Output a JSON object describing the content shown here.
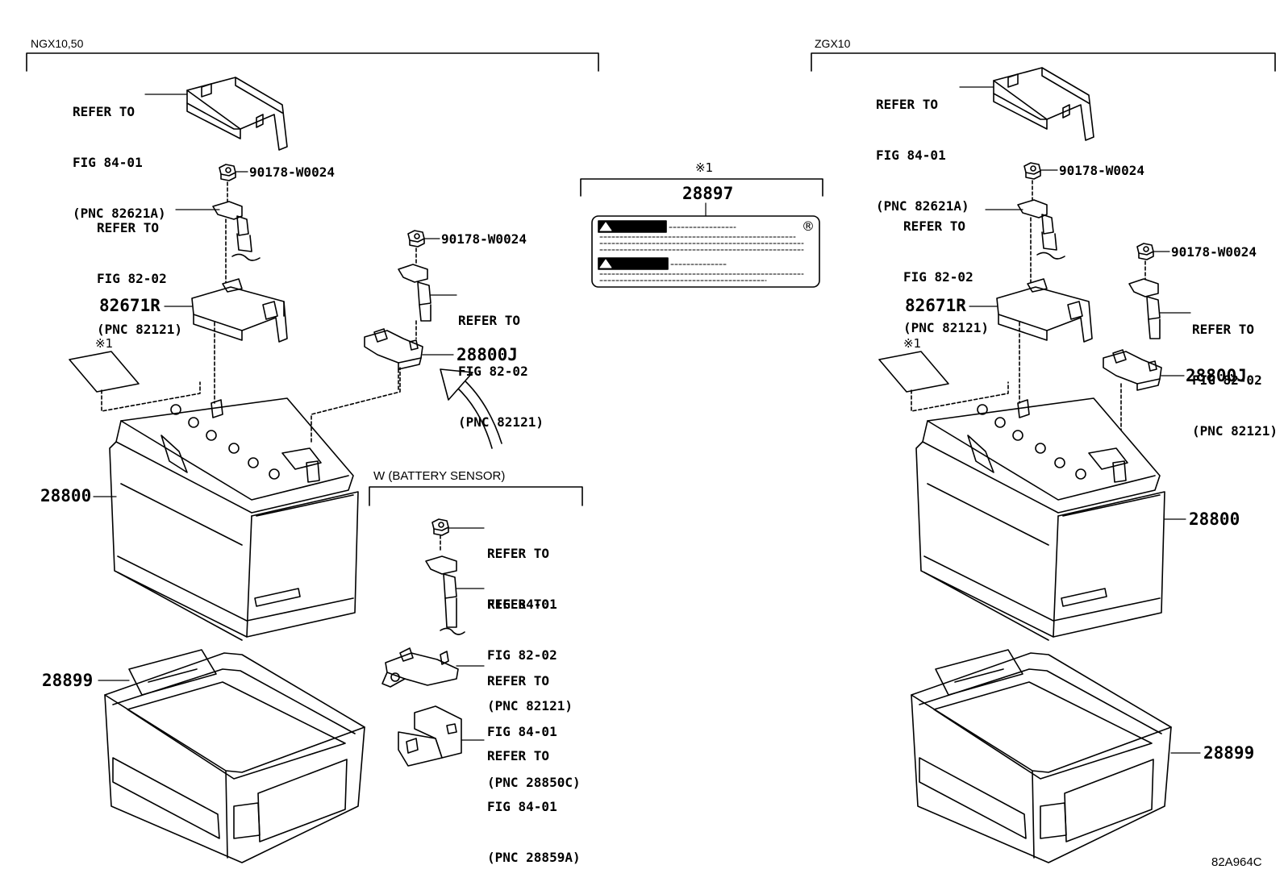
{
  "sections": {
    "left_header": "NGX10,50",
    "right_header": "ZGX10",
    "sensor_header": "W (BATTERY SENSOR)",
    "label_mark": "※1"
  },
  "label_sticker": {
    "part_no": "28897",
    "registered_mark": "®"
  },
  "left": {
    "cover_ref": {
      "l1": "REFER TO",
      "l2": "FIG 84-01",
      "l3": "(PNC 82621A)"
    },
    "nut_top": "90178-W0024",
    "cable_ref": {
      "l1": "REFER TO",
      "l2": "FIG 82-02",
      "l3": "(PNC 82121)"
    },
    "relay_block": "82671R",
    "mark": "※1",
    "battery": "28800",
    "tray": "28899",
    "nut_neg": "90178-W0024",
    "neg_cable_ref": {
      "l1": "REFER TO",
      "l2": "FIG 82-02",
      "l3": "(PNC 82121)"
    },
    "clamp": "28800J"
  },
  "sensor": {
    "nut_ref": {
      "l1": "REFER TO",
      "l2": "FIG 84-01"
    },
    "cable_ref": {
      "l1": "REFER TO",
      "l2": "FIG 82-02",
      "l3": "(PNC 82121)"
    },
    "sensor_ref": {
      "l1": "REFER TO",
      "l2": "FIG 84-01",
      "l3": "(PNC 28850C)"
    },
    "bracket_ref": {
      "l1": "REFER TO",
      "l2": "FIG 84-01",
      "l3": "(PNC 28859A)"
    }
  },
  "right": {
    "cover_ref": {
      "l1": "REFER TO",
      "l2": "FIG 84-01",
      "l3": "(PNC 82621A)"
    },
    "nut_top": "90178-W0024",
    "cable_ref": {
      "l1": "REFER TO",
      "l2": "FIG 82-02",
      "l3": "(PNC 82121)"
    },
    "relay_block": "82671R",
    "mark": "※1",
    "nut_neg": "90178-W0024",
    "neg_cable_ref": {
      "l1": "REFER TO",
      "l2": "FIG 82-02",
      "l3": "(PNC 82121)"
    },
    "clamp": "28800J",
    "battery": "28800",
    "tray": "28899"
  },
  "figure_code": "82A964C"
}
